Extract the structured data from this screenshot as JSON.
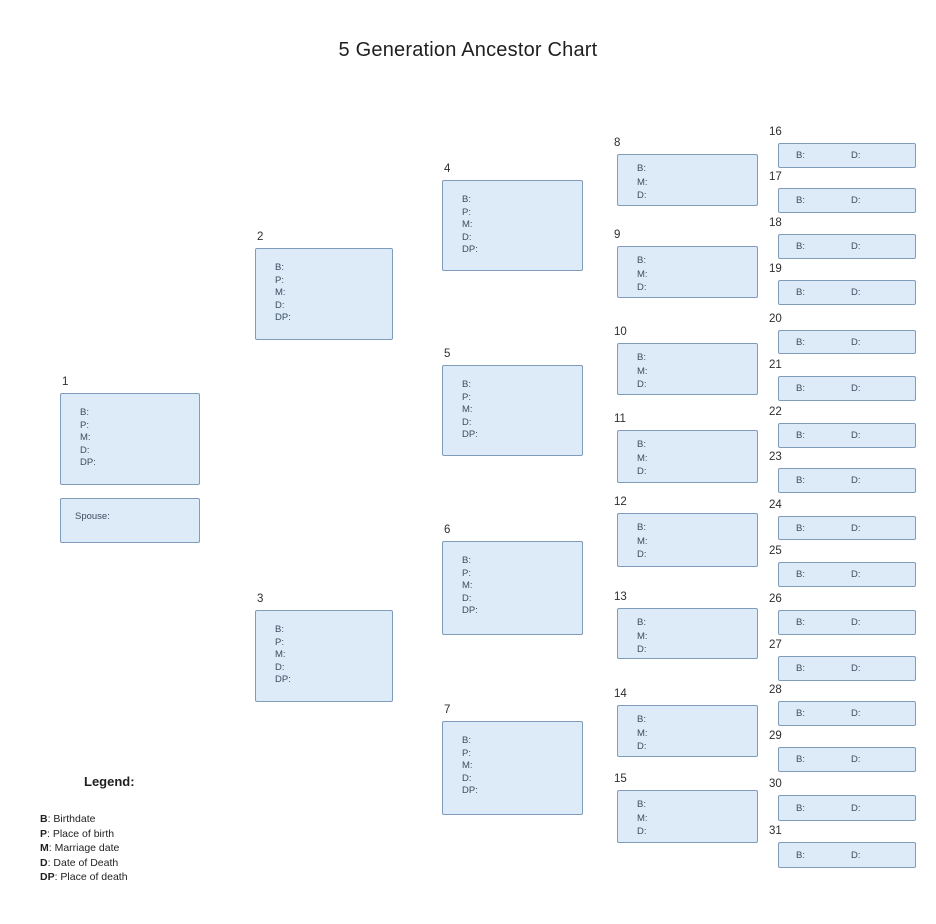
{
  "title": "5 Generation Ancestor Chart",
  "colors": {
    "box_fill": "#ddeaf7",
    "box_border": "#7f9cba",
    "label_text": "#3d4d5c"
  },
  "spouse_box": {
    "label": "Spouse:"
  },
  "field_sets": {
    "full": [
      "B:",
      "P:",
      "M:",
      "D:",
      "DP:"
    ],
    "mid": [
      "B:",
      "M:",
      "D:"
    ],
    "small": [
      "B:",
      "D:"
    ]
  },
  "boxes": [
    {
      "number": "1",
      "fields": "full"
    },
    {
      "number": "2",
      "fields": "full"
    },
    {
      "number": "3",
      "fields": "full"
    },
    {
      "number": "4",
      "fields": "full"
    },
    {
      "number": "5",
      "fields": "full"
    },
    {
      "number": "6",
      "fields": "full"
    },
    {
      "number": "7",
      "fields": "full"
    },
    {
      "number": "8",
      "fields": "mid"
    },
    {
      "number": "9",
      "fields": "mid"
    },
    {
      "number": "10",
      "fields": "mid"
    },
    {
      "number": "11",
      "fields": "mid"
    },
    {
      "number": "12",
      "fields": "mid"
    },
    {
      "number": "13",
      "fields": "mid"
    },
    {
      "number": "14",
      "fields": "mid"
    },
    {
      "number": "15",
      "fields": "mid"
    },
    {
      "number": "16",
      "fields": "small"
    },
    {
      "number": "17",
      "fields": "small"
    },
    {
      "number": "18",
      "fields": "small"
    },
    {
      "number": "19",
      "fields": "small"
    },
    {
      "number": "20",
      "fields": "small"
    },
    {
      "number": "21",
      "fields": "small"
    },
    {
      "number": "22",
      "fields": "small"
    },
    {
      "number": "23",
      "fields": "small"
    },
    {
      "number": "24",
      "fields": "small"
    },
    {
      "number": "25",
      "fields": "small"
    },
    {
      "number": "26",
      "fields": "small"
    },
    {
      "number": "27",
      "fields": "small"
    },
    {
      "number": "28",
      "fields": "small"
    },
    {
      "number": "29",
      "fields": "small"
    },
    {
      "number": "30",
      "fields": "small"
    },
    {
      "number": "31",
      "fields": "small"
    }
  ],
  "legend": {
    "heading": "Legend:",
    "items": [
      {
        "key": "B",
        "desc": "Birthdate"
      },
      {
        "key": "P",
        "desc": "Place of birth"
      },
      {
        "key": "M",
        "desc": "Marriage date"
      },
      {
        "key": "D",
        "desc": "Date of Death"
      },
      {
        "key": "DP",
        "desc": "Place of death"
      }
    ]
  }
}
